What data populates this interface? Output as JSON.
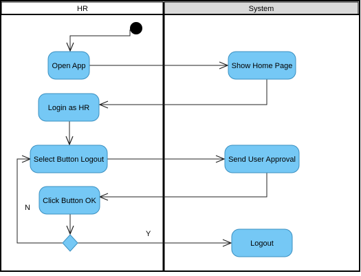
{
  "lanes": {
    "hr": {
      "title": "HR"
    },
    "system": {
      "title": "System"
    }
  },
  "nodes": {
    "open_app": "Open App",
    "show_home_page": "Show Home Page",
    "login_as_hr": "Login as HR",
    "select_button_logout": "Select Button Logout",
    "send_user_approval": "Send User Approval",
    "click_button_ok": "Click Button OK",
    "logout": "Logout"
  },
  "guards": {
    "no": "N",
    "yes": "Y"
  },
  "colors": {
    "node_fill": "#75c8f5",
    "node_stroke": "#3a8fc0",
    "lane_header_hr": "#ffffff",
    "lane_header_system": "#d9d9d9",
    "line": "#222222",
    "start": "#000000"
  }
}
